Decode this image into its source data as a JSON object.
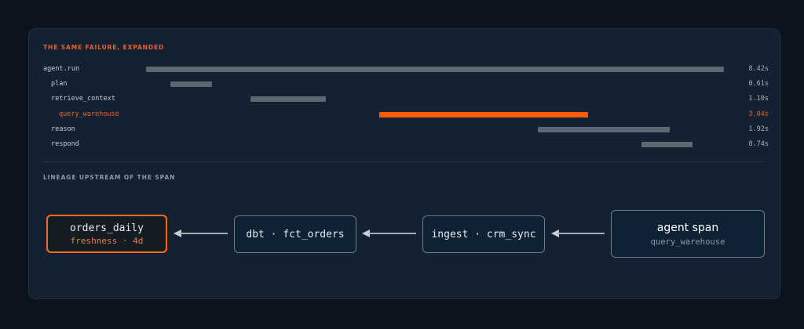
{
  "trace": {
    "title": "THE SAME FAILURE, EXPANDED",
    "spans": [
      {
        "name": "agent.run",
        "start": 0.0,
        "duration": 8.42,
        "duration_label": "8.42s",
        "highlight": false
      },
      {
        "name": "plan",
        "start": 0.35,
        "duration": 0.61,
        "duration_label": "0.61s",
        "highlight": false
      },
      {
        "name": "retrieve_context",
        "start": 1.52,
        "duration": 1.1,
        "duration_label": "1.10s",
        "highlight": false
      },
      {
        "name": "query_warehouse",
        "start": 3.4,
        "duration": 3.04,
        "duration_label": "3.04s",
        "highlight": true
      },
      {
        "name": "reason",
        "start": 5.71,
        "duration": 1.92,
        "duration_label": "1.92s",
        "highlight": false
      },
      {
        "name": "respond",
        "start": 7.22,
        "duration": 0.74,
        "duration_label": "0.74s",
        "highlight": false
      }
    ],
    "colors": {
      "bar": "#5b6771",
      "highlight": "#ff5a0a"
    }
  },
  "lineage": {
    "title": "LINEAGE UPSTREAM OF THE SPAN",
    "nodes": [
      {
        "label": "orders_daily",
        "sublabel": "freshness · 4d",
        "status": "alert"
      },
      {
        "label": "dbt · fct_orders",
        "sublabel": "",
        "status": "normal"
      },
      {
        "label": "ingest · crm_sync",
        "sublabel": "",
        "status": "normal"
      },
      {
        "label": "agent span",
        "sublabel": "query_warehouse",
        "status": "source"
      }
    ],
    "arrow_direction": "right-to-left",
    "colors": {
      "alert": "#ff6a1a",
      "node_border": "#6f7c88"
    }
  }
}
